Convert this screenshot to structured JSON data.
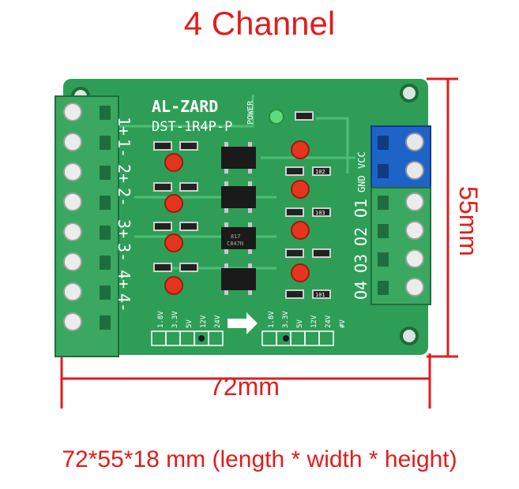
{
  "title": "4 Channel",
  "caption": "72*55*18 mm (length * width * height)",
  "dimensions": {
    "width_label": "72mm",
    "height_label": "55mm"
  },
  "board": {
    "brand": "AL-ZARD",
    "model": "DST-1R4P-P",
    "power_label": "POWER",
    "input_labels": [
      "1+",
      "1-",
      "2+",
      "2-",
      "3+",
      "3-",
      "4+",
      "4-"
    ],
    "output_labels": [
      "GND",
      "VCC",
      "O1",
      "O2",
      "O3",
      "O4"
    ],
    "voltage_labels": [
      "1.8V",
      "3.3V",
      "5V",
      "12V",
      "24V",
      "#V"
    ],
    "chip_labels": [
      "817",
      "C847N"
    ],
    "resistor_labels": [
      "102",
      "103",
      "101"
    ]
  },
  "colors": {
    "accent": "#e31c1c",
    "pcb": "#2e9e57",
    "terminal_green": "#3aa860",
    "terminal_blue": "#1e63c8"
  }
}
